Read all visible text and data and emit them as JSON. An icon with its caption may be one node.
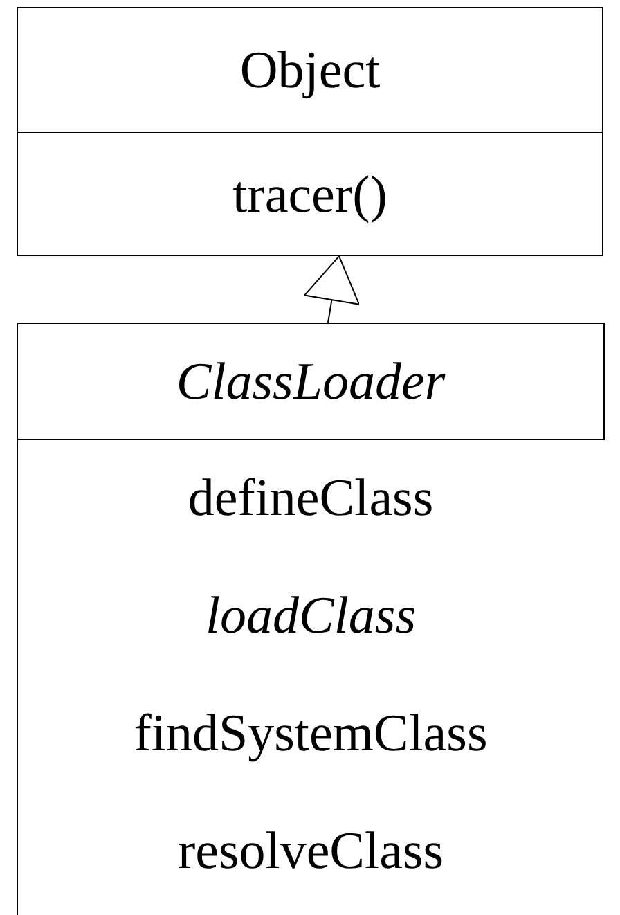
{
  "diagram": {
    "nodes": [
      {
        "text": [
          "Object",
          "tracer()"
        ]
      },
      {
        "text": [
          "ClassLoader",
          "defineClass",
          "loadClass",
          "findSystemClass",
          "resolveClass"
        ]
      }
    ],
    "edges": [
      {
        "from": 1,
        "to": 0,
        "arrow": "to"
      }
    ]
  }
}
